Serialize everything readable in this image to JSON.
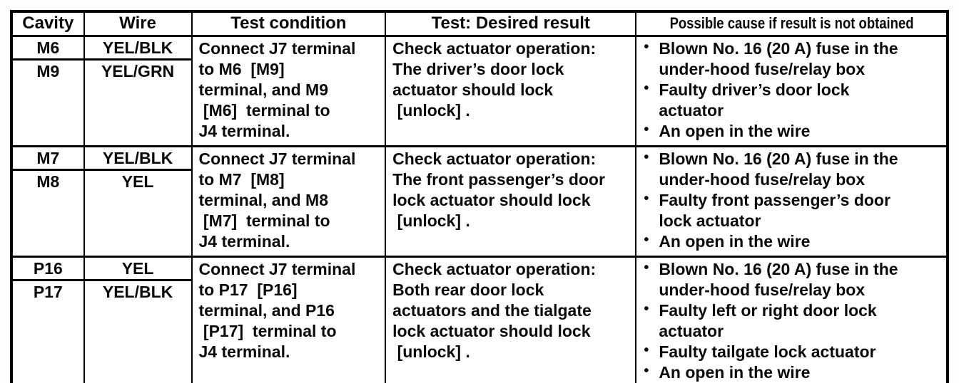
{
  "table": {
    "bullet": "•",
    "headers": {
      "cavity": "Cavity",
      "wire": "Wire",
      "test_condition": "Test condition",
      "desired_result": "Test: Desired result",
      "possible_cause": "Possible cause if result is not obtained"
    },
    "rows": [
      {
        "cavities": [
          "M6",
          "M9"
        ],
        "wires": [
          "YEL/BLK",
          "YEL/GRN"
        ],
        "test_condition": "Connect J7 terminal\nto M6  [M9]\nterminal, and M9\n [M6]  terminal to\nJ4 terminal.",
        "desired_result": "Check actuator operation:\nThe driver’s door lock\nactuator should lock\n [unlock] .",
        "causes": [
          "Blown No. 16 (20 A) fuse in the\nunder-hood fuse/relay box",
          "Faulty driver’s door lock\nactuator",
          "An open in the wire"
        ]
      },
      {
        "cavities": [
          "M7",
          "M8"
        ],
        "wires": [
          "YEL/BLK",
          "YEL"
        ],
        "test_condition": "Connect J7 terminal\nto M7  [M8]\nterminal, and M8\n [M7]  terminal to\nJ4 terminal.",
        "desired_result": "Check actuator operation:\nThe front passenger’s door\nlock actuator should lock\n [unlock] .",
        "causes": [
          "Blown No. 16 (20 A) fuse in the\nunder-hood fuse/relay box",
          "Faulty front passenger’s door\nlock actuator",
          "An open in the wire"
        ]
      },
      {
        "cavities": [
          "P16",
          "P17"
        ],
        "wires": [
          "YEL",
          "YEL/BLK"
        ],
        "test_condition": "Connect J7 terminal\nto P17  [P16]\nterminal, and P16\n [P17]  terminal to\nJ4 terminal.",
        "desired_result": "Check actuator operation:\nBoth rear door lock\nactuators and the tialgate\nlock actuator should lock\n [unlock] .",
        "causes": [
          "Blown No. 16 (20 A) fuse in the\nunder-hood fuse/relay box",
          "Faulty left or right door lock\nactuator",
          "Faulty tailgate lock actuator",
          "An open in the wire"
        ]
      }
    ]
  }
}
